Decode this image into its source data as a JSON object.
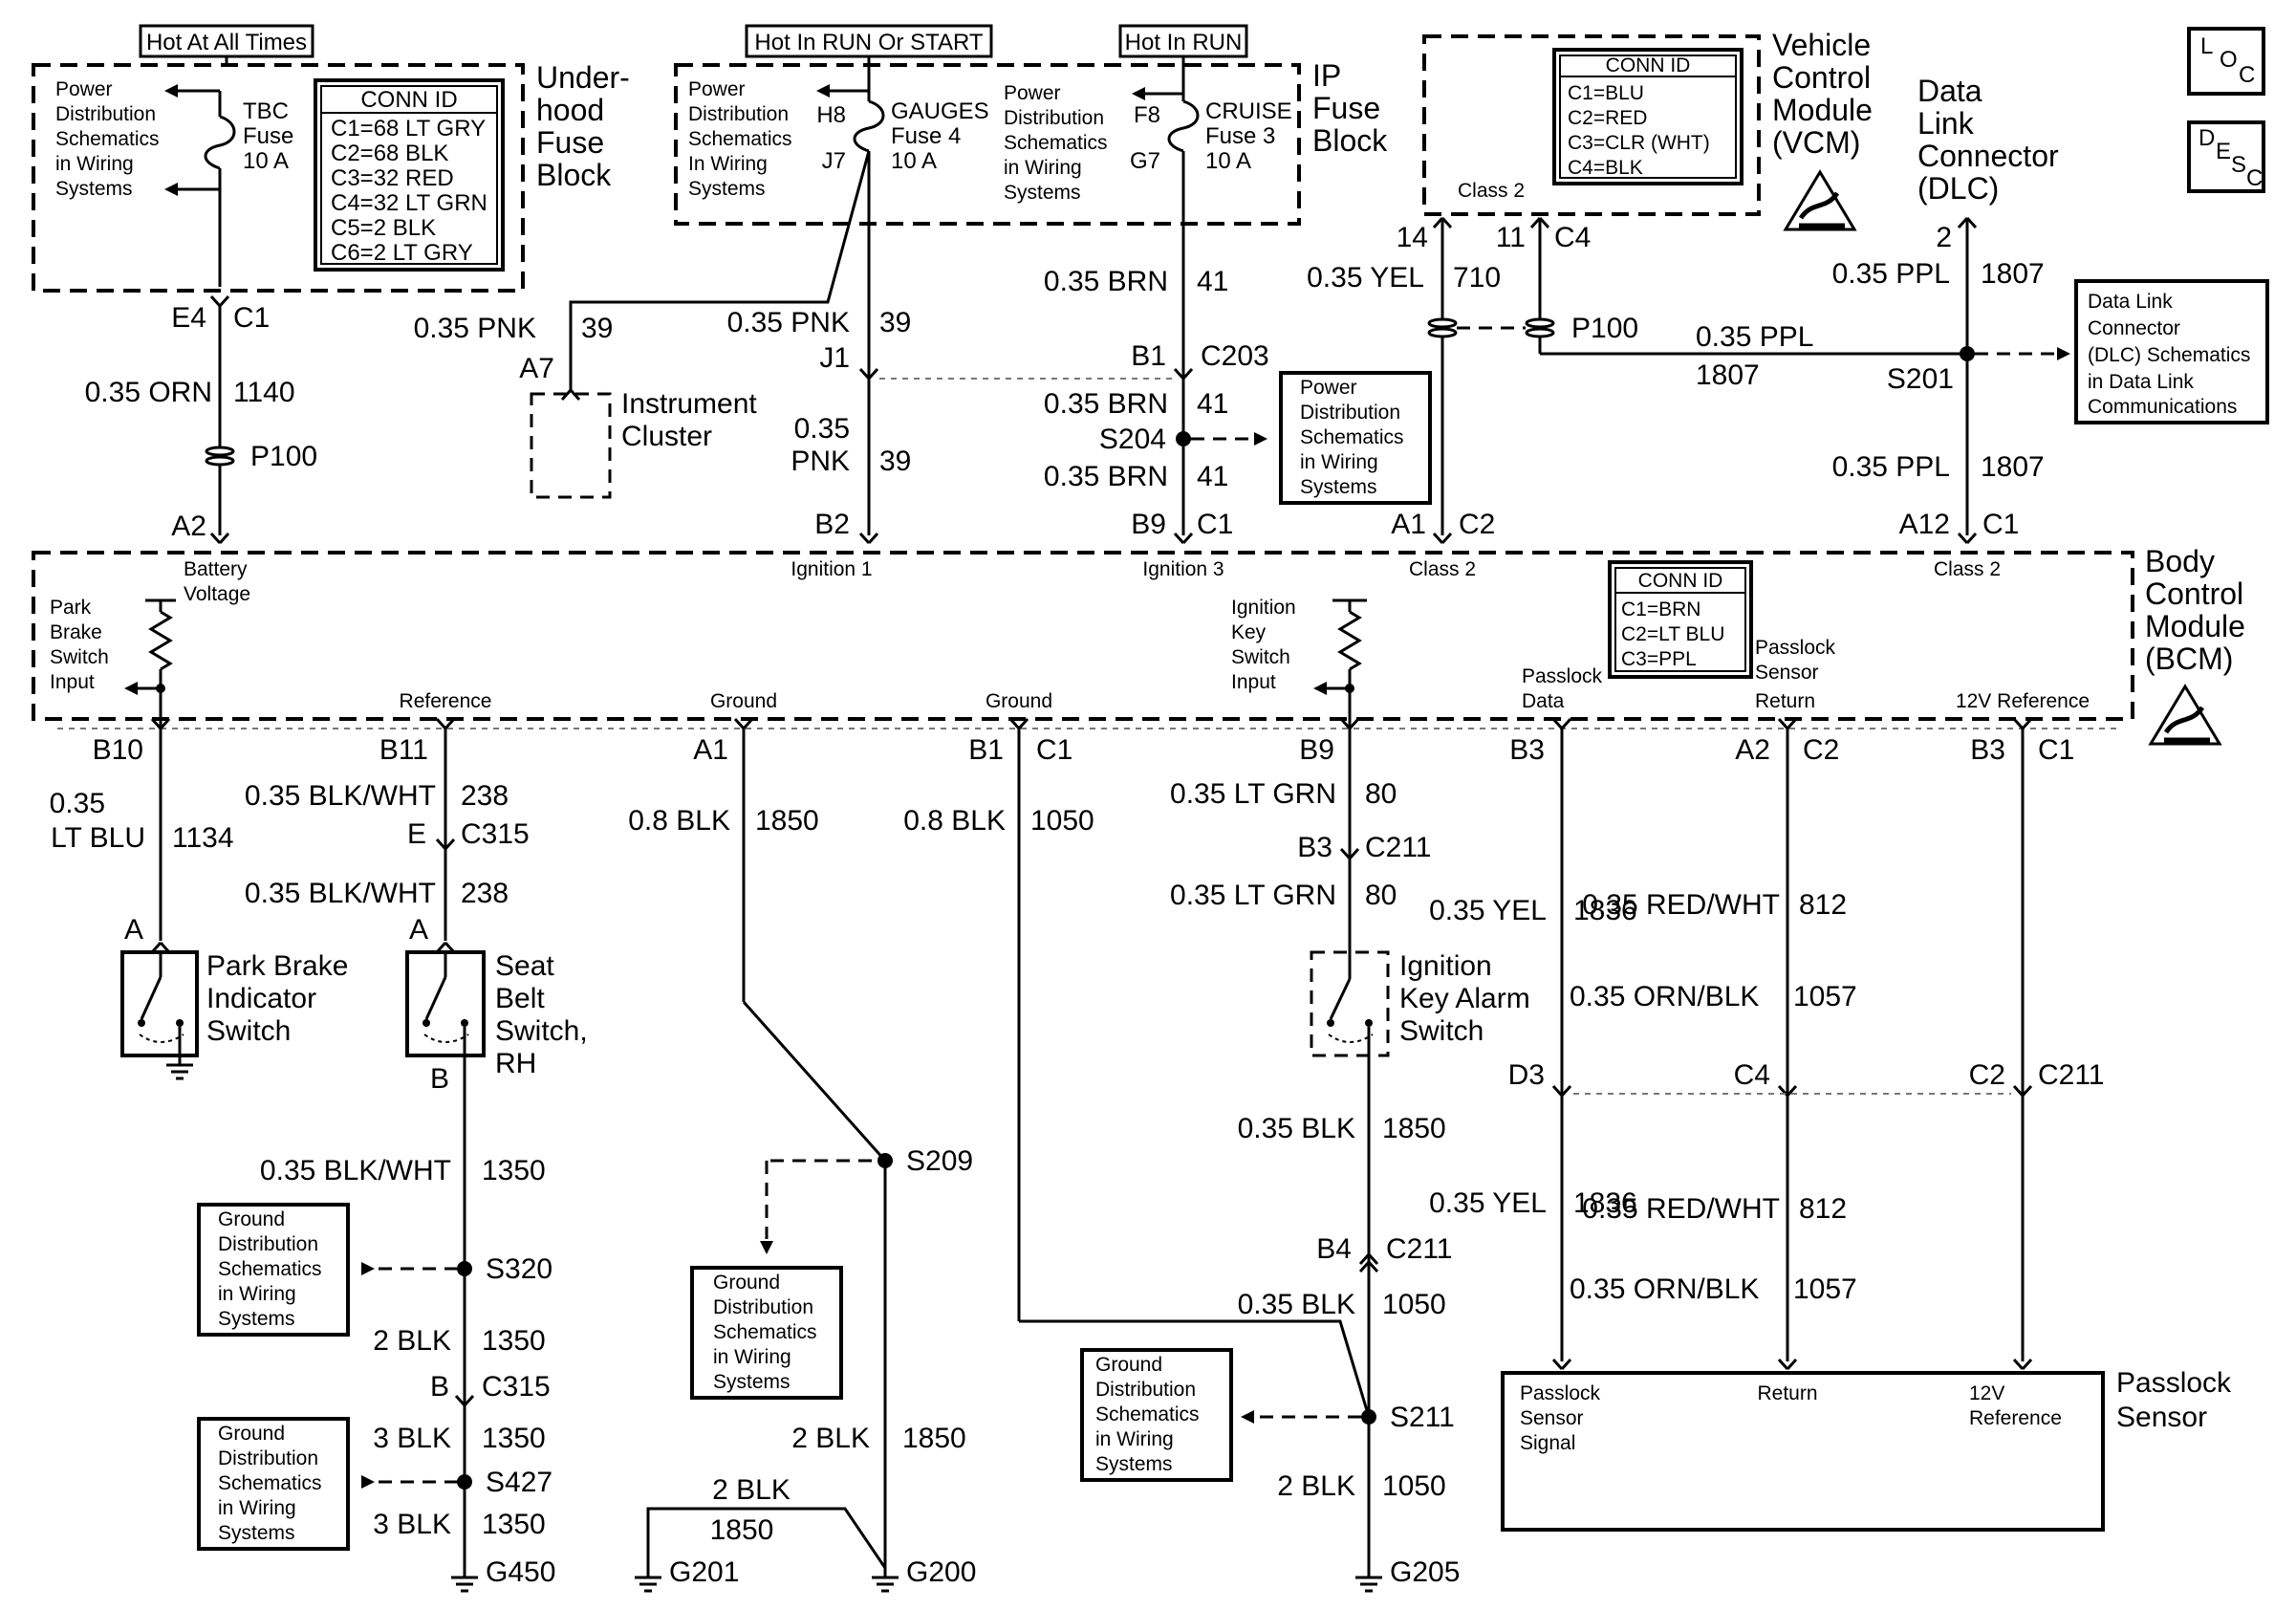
{
  "labels": {
    "hot_at_all_times": "Hot At All Times",
    "hot_in_run_or_start": "Hot In RUN Or START",
    "hot_in_run": "Hot In RUN",
    "underhood_fuse_block": [
      "Under-",
      "hood",
      "Fuse",
      "Block"
    ],
    "ip_fuse_block": [
      "IP",
      "Fuse",
      "Block"
    ],
    "vcm": [
      "Vehicle",
      "Control",
      "Module",
      "(VCM)"
    ],
    "dlc": [
      "Data",
      "Link",
      "Connector",
      "(DLC)"
    ],
    "loc_icon": [
      "L",
      "O",
      "C"
    ],
    "desc_icon": [
      "D",
      "E",
      "S",
      "C"
    ],
    "bcm": [
      "Body",
      "Control",
      "Module",
      "(BCM)"
    ],
    "instrument_cluster": [
      "Instrument",
      "Cluster"
    ],
    "park_brake_switch": [
      "Park Brake",
      "Indicator",
      "Switch"
    ],
    "seat_belt_switch": [
      "Seat",
      "Belt",
      "Switch,",
      "RH"
    ],
    "ignition_key_alarm_switch": [
      "Ignition",
      "Key Alarm",
      "Switch"
    ],
    "passlock_sensor": [
      "Passlock",
      "Sensor"
    ]
  },
  "fuses": {
    "tbc": [
      "TBC",
      "Fuse",
      "10 A"
    ],
    "gauges": [
      "GAUGES",
      "Fuse 4",
      "10 A"
    ],
    "cruise": [
      "CRUISE",
      "Fuse 3",
      "10 A"
    ]
  },
  "conn_ids": {
    "underhood": {
      "title": "CONN ID",
      "rows": [
        "C1=68 LT GRY",
        "C2=68 BLK",
        "C3=32 RED",
        "C4=32 LT GRN",
        "C5=2 BLK",
        "C6=2 LT GRY"
      ]
    },
    "vcm": {
      "title": "CONN ID",
      "rows": [
        "C1=BLU",
        "C2=RED",
        "C3=CLR (WHT)",
        "C4=BLK"
      ]
    },
    "bcm": {
      "title": "CONN ID",
      "rows": [
        "C1=BRN",
        "C2=LT BLU",
        "C3=PPL"
      ]
    }
  },
  "ref_boxes": {
    "power_dist_underhood": [
      "Power",
      "Distribution",
      "Schematics",
      "in Wiring",
      "Systems"
    ],
    "power_dist_ip1": [
      "Power",
      "Distribution",
      "Schematics",
      "In Wiring",
      "Systems"
    ],
    "power_dist_ip2": [
      "Power",
      "Distribution",
      "Schematics",
      "in Wiring",
      "Systems"
    ],
    "power_dist_s204": [
      "Power",
      "Distribution",
      "Schematics",
      "in Wiring",
      "Systems"
    ],
    "dlc_schematics": [
      "Data Link",
      "Connector",
      "(DLC) Schematics",
      "in Data Link",
      "Communications"
    ],
    "ground_s320": [
      "Ground",
      "Distribution",
      "Schematics",
      "in Wiring",
      "Systems"
    ],
    "ground_s427": [
      "Ground",
      "Distribution",
      "Schematics",
      "in Wiring",
      "Systems"
    ],
    "ground_s209": [
      "Ground",
      "Distribution",
      "Schematics",
      "in Wiring",
      "Systems"
    ],
    "ground_s211": [
      "Ground",
      "Distribution",
      "Schematics",
      "in Wiring",
      "Systems"
    ]
  },
  "bcm_inputs": {
    "battery_voltage": [
      "Battery",
      "Voltage"
    ],
    "park_brake_input": [
      "Park",
      "Brake",
      "Switch",
      "Input"
    ],
    "reference": "Reference",
    "ground1": "Ground",
    "ground2": "Ground",
    "ignition1": "Ignition 1",
    "ignition3": "Ignition 3",
    "class2_a1": "Class 2",
    "class2_a12": "Class 2",
    "class2_vcm": "Class 2",
    "ign_key_input": [
      "Ignition",
      "Key",
      "Switch",
      "Input"
    ],
    "passlock_data": [
      "Passlock",
      "Data"
    ],
    "passlock_return": [
      "Passlock",
      "Sensor",
      "Return"
    ],
    "ref_12v": "12V Reference"
  },
  "passlock_pins": {
    "signal": [
      "Passlock",
      "Sensor",
      "Signal"
    ],
    "return": "Return",
    "ref": [
      "12V",
      "Reference"
    ]
  },
  "pins": {
    "e4": "E4",
    "c1_uh": "C1",
    "a2": "A2",
    "h8": "H8",
    "j7": "J7",
    "a7": "A7",
    "j1": "J1",
    "b2": "B2",
    "f8": "F8",
    "g7": "G7",
    "b1_c203": "B1",
    "c203": "C203",
    "b9_c1": "B9",
    "c1_b9": "C1",
    "pin14": "14",
    "pin11": "11",
    "c4": "C4",
    "a1_c2": "A1",
    "c2_a1": "C2",
    "pin2": "2",
    "a12": "A12",
    "c1_a12": "C1",
    "b10": "B10",
    "b11": "B11",
    "e_c315": "E",
    "c315_e": "C315",
    "a_pb": "A",
    "a_sb": "A",
    "b_sb": "B",
    "a1_gnd": "A1",
    "b1_gnd": "B1",
    "c1_gnd": "C1",
    "b9_bot": "B9",
    "b3_c211": "B3",
    "c211_b3": "C211",
    "b3_c3": "B3",
    "a2_c2": "A2",
    "c2_a2": "C2",
    "b3_c1": "B3",
    "c1_b3": "C1",
    "d3": "D3",
    "c4_pl": "C4",
    "c2_pl": "C2",
    "c211_pl": "C211",
    "b_c315": "B",
    "c315_b": "C315",
    "b4": "B4",
    "c211_b4": "C211"
  },
  "splices": {
    "p100_left": "P100",
    "p100_right": "P100",
    "s204": "S204",
    "s201": "S201",
    "s209": "S209",
    "s320": "S320",
    "s427": "S427",
    "s211": "S211"
  },
  "grounds": {
    "g450": "G450",
    "g201": "G201",
    "g200": "G200",
    "g205": "G205"
  },
  "wires": {
    "w1140_size": "0.35 ORN",
    "w1140_num": "1140",
    "w39_a_size": "0.35 PNK",
    "w39_a_num": "39",
    "w39_b_size": "0.35 PNK",
    "w39_b_num": "39",
    "w39_c_size": [
      "0.35",
      "PNK"
    ],
    "w39_c_num": "39",
    "w41_a_size": "0.35 BRN",
    "w41_a_num": "41",
    "w41_b_size": "0.35 BRN",
    "w41_b_num": "41",
    "w41_c_size": "0.35 BRN",
    "w41_c_num": "41",
    "w710_size": "0.35 YEL",
    "w710_num": "710",
    "w1807_a_size": "0.35 PPL",
    "w1807_a_num": "1807",
    "w1807_b_size": "0.35 PPL",
    "w1807_b_num": "1807",
    "w1807_c_size": "0.35 PPL",
    "w1807_c_num": "1807",
    "w1134_size": [
      "0.35",
      "LT BLU"
    ],
    "w1134_num": "1134",
    "w238_a_size": "0.35 BLK/WHT",
    "w238_a_num": "238",
    "w238_b_size": "0.35 BLK/WHT",
    "w238_b_num": "238",
    "w1850_a_size": "0.8 BLK",
    "w1850_a_num": "1850",
    "w1050_a_size": "0.8 BLK",
    "w1050_a_num": "1050",
    "w80_a_size": "0.35 LT GRN",
    "w80_a_num": "80",
    "w80_b_size": "0.35 LT GRN",
    "w80_b_num": "80",
    "w1836_a_size": "0.35 YEL",
    "w1836_a_num": "1836",
    "w812_a_size": "0.35 RED/WHT",
    "w812_a_num": "812",
    "w1057_a_size": "0.35 ORN/BLK",
    "w1057_a_num": "1057",
    "w1836_b_size": "0.35 YEL",
    "w1836_b_num": "1836",
    "w812_b_size": "0.35 RED/WHT",
    "w812_b_num": "812",
    "w1057_b_size": "0.35 ORN/BLK",
    "w1057_b_num": "1057",
    "w1850_b_size": "0.35 BLK",
    "w1850_b_num": "1850",
    "w1050_b_size": "0.35 BLK",
    "w1050_b_num": "1050",
    "w1350_a_size": "0.35 BLK/WHT",
    "w1350_a_num": "1350",
    "w1350_b_size": "2 BLK",
    "w1350_b_num": "1350",
    "w1350_c_size": "3 BLK",
    "w1350_c_num": "1350",
    "w1350_d_size": "3 BLK",
    "w1350_d_num": "1350",
    "w1850_c_size": "2 BLK",
    "w1850_c_num": "1850",
    "w1850_d_size": "2 BLK",
    "w1850_d_num": "1850",
    "w1050_c_size": "2 BLK",
    "w1050_c_num": "1050"
  }
}
